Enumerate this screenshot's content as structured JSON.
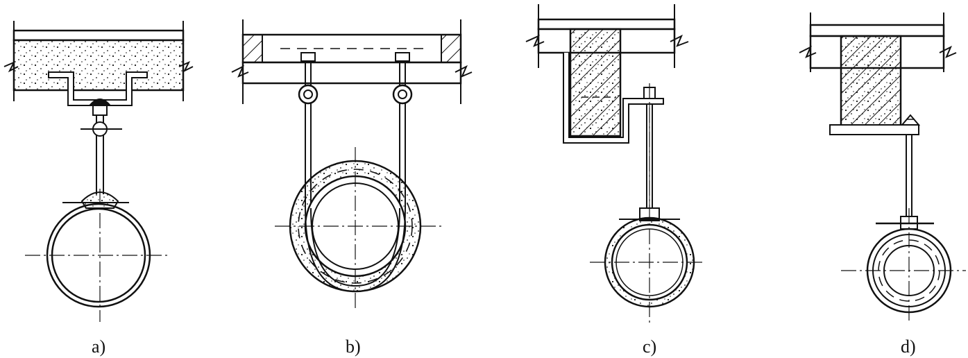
{
  "figure": {
    "panels": [
      {
        "id": "a",
        "label": "a)"
      },
      {
        "id": "b",
        "label": "b)"
      },
      {
        "id": "c",
        "label": "c)"
      },
      {
        "id": "d",
        "label": "d)"
      }
    ],
    "colors": {
      "ink": "#111111",
      "paper": "#ffffff"
    }
  }
}
